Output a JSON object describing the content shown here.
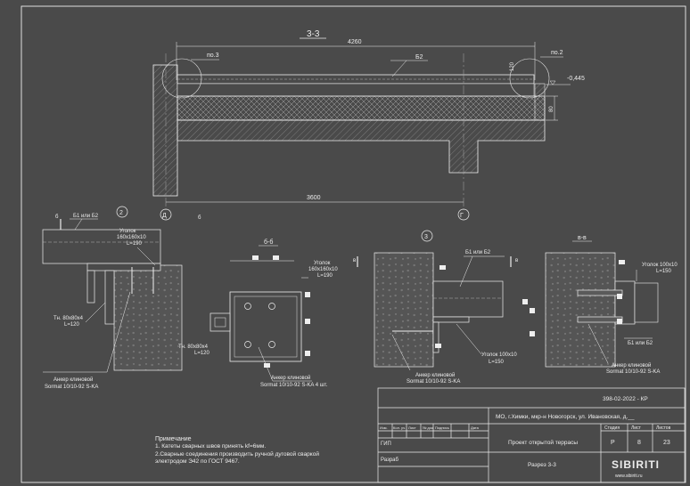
{
  "main_section": {
    "title": "3-3",
    "dim_top": "4260",
    "dim_bottom": "3600",
    "beam_label": "Б2",
    "callout_left": "по.3",
    "callout_right": "по.2",
    "dim_120": "120",
    "level": "-0,445",
    "dim_80": "80",
    "axis_left": "Д",
    "axis_right": "Г"
  },
  "node2": {
    "number": "2",
    "section_mark": "б",
    "beam_label": "Б1 или Б2",
    "angle_label": "Уголок",
    "angle_size": "160х160х10",
    "angle_len": "L=190",
    "plate_label": "Тн. 80х80х4",
    "plate_len": "L=120",
    "anchor_label": "Анкер клиновой",
    "anchor_spec": "Sormat 10/10-92 S-KA"
  },
  "section_66": {
    "title": "б-б",
    "angle_label": "Уголок",
    "angle_size": "160х160х10",
    "angle_len": "L=190",
    "plate_label": "Тн. 80х80х4",
    "plate_len": "L=120",
    "anchor_label": "Анкер клиновой",
    "anchor_spec": "Sormat 10/10-92 S-KA 4 шт."
  },
  "node3": {
    "number": "3",
    "section_mark": "в",
    "beam_label": "Б1 или Б2",
    "angle_label": "Уголок 100х10",
    "angle_len": "L=150",
    "anchor_label": "Анкер клиновой",
    "anchor_spec": "Sormat 10/10-92 S-KA"
  },
  "section_bb": {
    "title": "в-в",
    "angle_label": "Уголок 100х10",
    "angle_len": "L=150",
    "beam_label": "Б1 или Б2",
    "anchor_label": "Анкер клиновой",
    "anchor_spec": "Sormat 10/10-92 S-KA"
  },
  "notes": {
    "heading": "Примечание",
    "line1": "1. Катеты сварных швов принять kf=6мм.",
    "line2": "2.Сварные   соединения   производить   ручной   дуговой   сваркой",
    "line3": "электродом Э42 по ГОСТ 9467."
  },
  "title_block": {
    "doc_code": "398-02-2022 - КР",
    "address": "МО, г.Химки, мкр-н Новогорск, ул. Ивановская, д.__",
    "project_name": "Проект открытой террасы",
    "sheet_title": "Разрез 3-3",
    "col_izm": "Изм.",
    "col_kol": "Кол. уч.",
    "col_list": "Лист",
    "col_doc": "№ док.",
    "col_sign": "Подпись",
    "col_date": "Дата",
    "gip": "ГИП",
    "razrab": "Разраб",
    "stage_label": "Стадия",
    "sheet_label": "Лист",
    "sheets_label": "Листов",
    "stage": "Р",
    "sheet": "8",
    "sheets": "23",
    "company": "SIBIRITI",
    "company_url": "www.sibiriti.ru"
  },
  "colors": {
    "background": "#4a4a4a",
    "lines": "#f2f2f2",
    "concrete": "#5a5a5a"
  }
}
